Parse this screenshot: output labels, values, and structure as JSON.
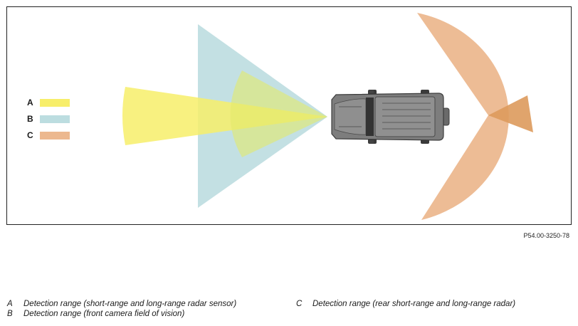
{
  "legend": [
    {
      "key": "A",
      "color": "#f7ee6a"
    },
    {
      "key": "B",
      "color": "#bcdde0"
    },
    {
      "key": "C",
      "color": "#ecb88f"
    }
  ],
  "figure_code": "P54.00-3250-78",
  "captions": [
    {
      "key": "A",
      "text": "Detection range (short-range and long-range radar sensor)"
    },
    {
      "key": "B",
      "text": "Detection range (front camera field of vision)"
    },
    {
      "key": "C",
      "text": "Detection range (rear short-range and long-range radar)"
    }
  ],
  "colors": {
    "zone_a": "#f7ee6a",
    "zone_b": "#bcdde0",
    "zone_c": "#ecb88f",
    "vehicle_body": "#7d7d7d",
    "vehicle_dark": "#4a4a4a"
  }
}
